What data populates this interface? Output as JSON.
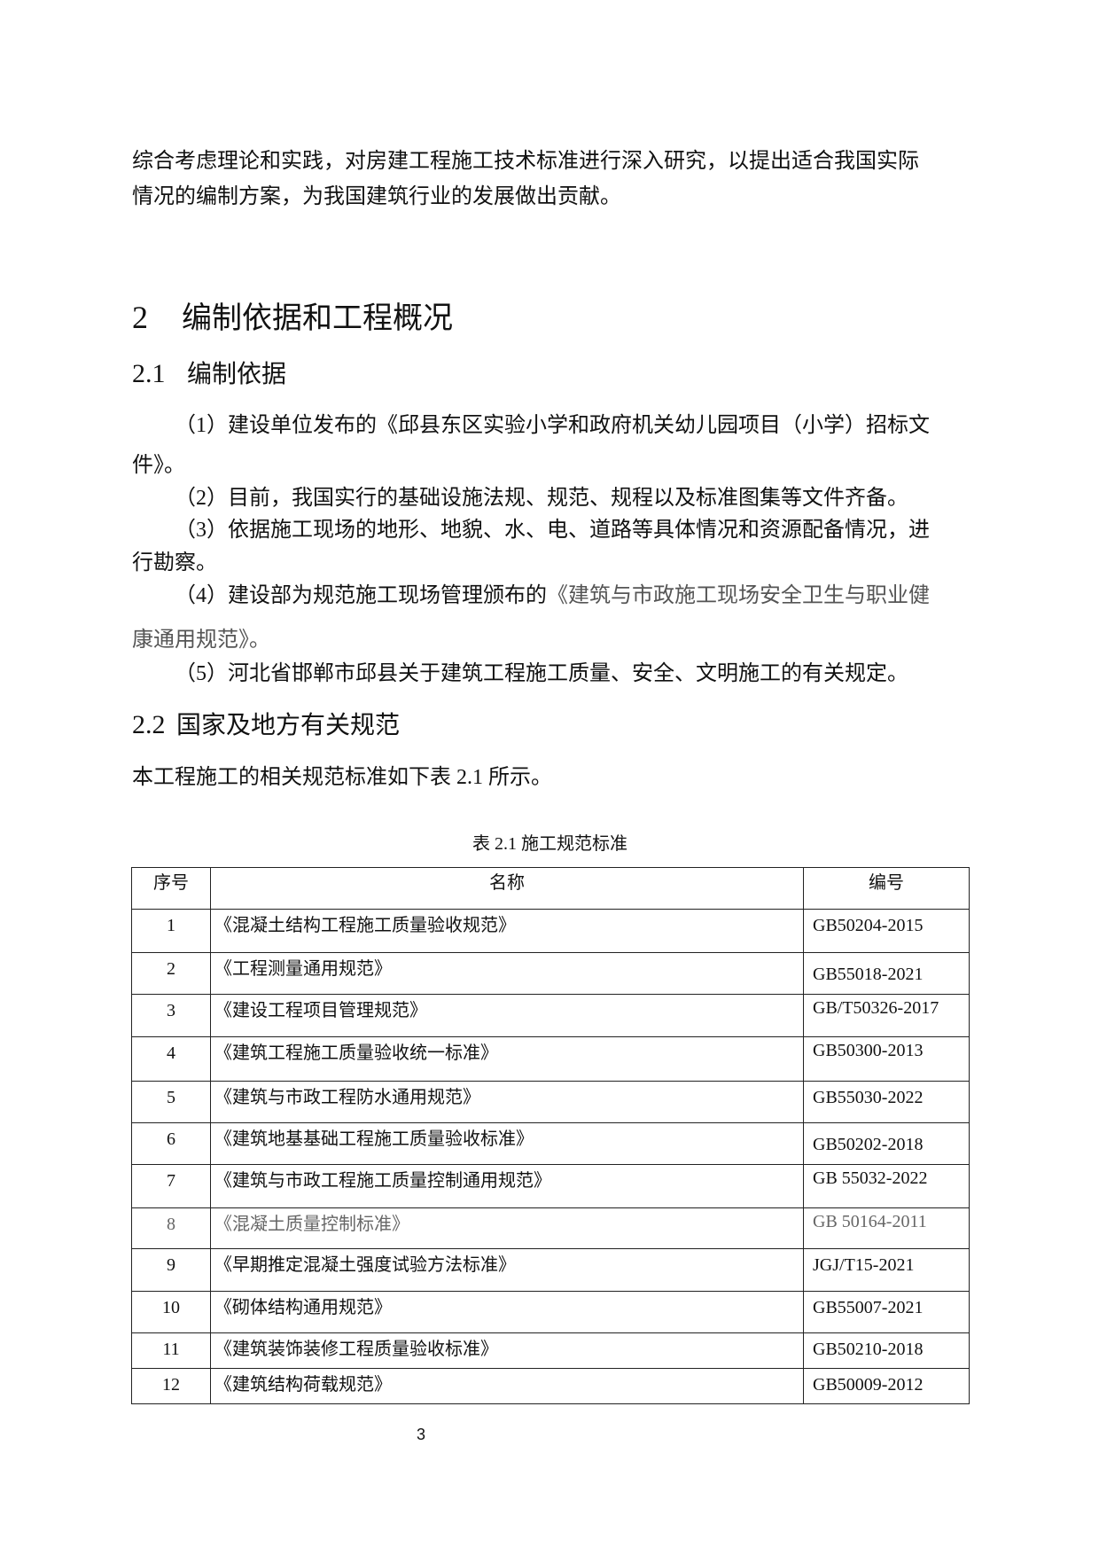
{
  "intro": {
    "lines": [
      "综合考虑理论和实践，对房建工程施工技术标准进行深入研究，以提出适合我国实际",
      "情况的编制方案，为我国建筑行业的发展做出贡献。"
    ]
  },
  "section2": {
    "number": "2",
    "title": "编制依据和工程概况"
  },
  "section2_1": {
    "number": "2.1",
    "title": "编制依据",
    "items": [
      {
        "line1": "（1）建设单位发布的《邱县东区实验小学和政府机关幼儿园项目（小学）招标文",
        "line2": "件》。"
      },
      {
        "line1": "（2）目前，我国实行的基础设施法规、规范、规程以及标准图集等文件齐备。"
      },
      {
        "line1": "（3）依据施工现场的地形、地貌、水、电、道路等具体情况和资源配备情况，进",
        "line2": "行勘察。"
      },
      {
        "line1_a": "（4）建设部为规范施工现场管理颁布的",
        "line1_b": "《建筑与市政施工现场安全卫生与职业健",
        "line2": "康通用规范》。"
      },
      {
        "line1": "（5）河北省邯郸市邱县关于建筑工程施工质量、安全、文明施工的有关规定。"
      }
    ]
  },
  "section2_2": {
    "number": "2.2",
    "title": "国家及地方有关规范",
    "body": "本工程施工的相关规范标准如下表 2.1 所示。"
  },
  "table": {
    "caption": "表 2.1 施工规范标准",
    "headers": [
      "序号",
      "名称",
      "编号"
    ],
    "rows": [
      {
        "idx": "1",
        "name": "《混凝土结构工程施工质量验收规范》",
        "code": "GB50204-2015"
      },
      {
        "idx": "2",
        "name": "《工程测量通用规范》",
        "code": "GB55018-2021"
      },
      {
        "idx": "3",
        "name": "《建设工程项目管理规范》",
        "code": "GB/T50326-2017"
      },
      {
        "idx": "4",
        "name": "《建筑工程施工质量验收统一标准》",
        "code": "GB50300-2013"
      },
      {
        "idx": "5",
        "name": "《建筑与市政工程防水通用规范》",
        "code": "GB55030-2022"
      },
      {
        "idx": "6",
        "name": "《建筑地基基础工程施工质量验收标准》",
        "code": "GB50202-2018"
      },
      {
        "idx": "7",
        "name": "《建筑与市政工程施工质量控制通用规范》",
        "code": "GB 55032-2022"
      },
      {
        "idx": "8",
        "name": "《混凝土质量控制标准》",
        "code": "GB 50164-2011"
      },
      {
        "idx": "9",
        "name": "《早期推定混凝土强度试验方法标准》",
        "code": "JGJ/T15-2021"
      },
      {
        "idx": "10",
        "name": "《砌体结构通用规范》",
        "code": "GB55007-2021"
      },
      {
        "idx": "11",
        "name": "《建筑装饰装修工程质量验收标准》",
        "code": "GB50210-2018"
      },
      {
        "idx": "12",
        "name": "《建筑结构荷载规范》",
        "code": "GB50009-2012"
      }
    ]
  },
  "footer": {
    "page_number": "3"
  }
}
